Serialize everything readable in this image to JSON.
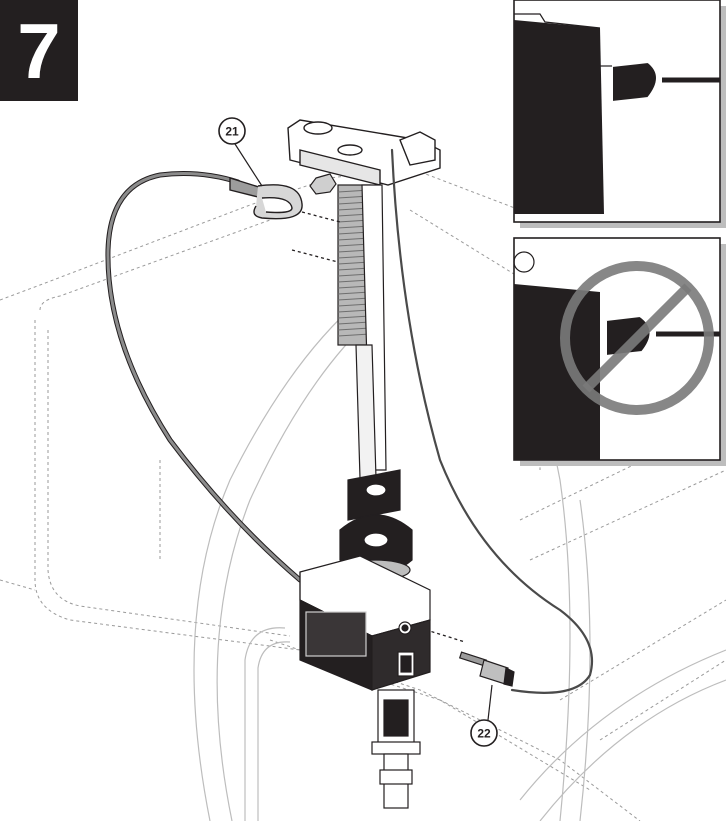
{
  "step": {
    "number": "7"
  },
  "callouts": [
    {
      "id": "21",
      "label": "21"
    },
    {
      "id": "22",
      "label": "22"
    }
  ],
  "insets": {
    "correct": {
      "meaning": "correct-connection"
    },
    "incorrect": {
      "meaning": "incorrect-connection",
      "symbol": "prohibition-icon"
    }
  },
  "colors": {
    "ink": "#231f20",
    "cable": "#4a4a4a",
    "ground_wire": "#8c8c8c",
    "prohibition": "#7a7a7a",
    "dash": "#9a9a9a"
  }
}
